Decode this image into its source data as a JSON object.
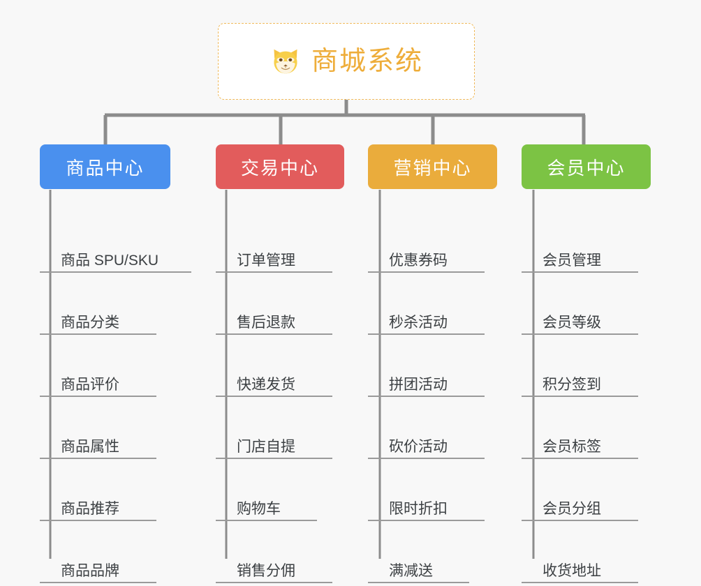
{
  "diagram": {
    "type": "organization-tree",
    "background_color": "#f8f8f8",
    "root": {
      "label": "商城系统",
      "icon": "shiba-dog-icon",
      "text_color": "#eead3a",
      "border_color": "#f0b95a",
      "background_color": "#ffffff"
    },
    "connector_color": "#8c8c8c",
    "leaf_line_color": "#9a9a9a",
    "leaf_text_color": "#3c4043",
    "categories": [
      {
        "label": "商品中心",
        "color": "#4a90ee",
        "items": [
          "商品 SPU/SKU",
          "商品分类",
          "商品评价",
          "商品属性",
          "商品推荐",
          "商品品牌"
        ]
      },
      {
        "label": "交易中心",
        "color": "#e25c5c",
        "items": [
          "订单管理",
          "售后退款",
          "快递发货",
          "门店自提",
          "购物车",
          "销售分佣"
        ]
      },
      {
        "label": "营销中心",
        "color": "#eaac3c",
        "items": [
          "优惠券码",
          "秒杀活动",
          "拼团活动",
          "砍价活动",
          "限时折扣",
          "满减送"
        ]
      },
      {
        "label": "会员中心",
        "color": "#7cc344",
        "items": [
          "会员管理",
          "会员等级",
          "积分签到",
          "会员标签",
          "会员分组",
          "收货地址"
        ]
      }
    ]
  }
}
